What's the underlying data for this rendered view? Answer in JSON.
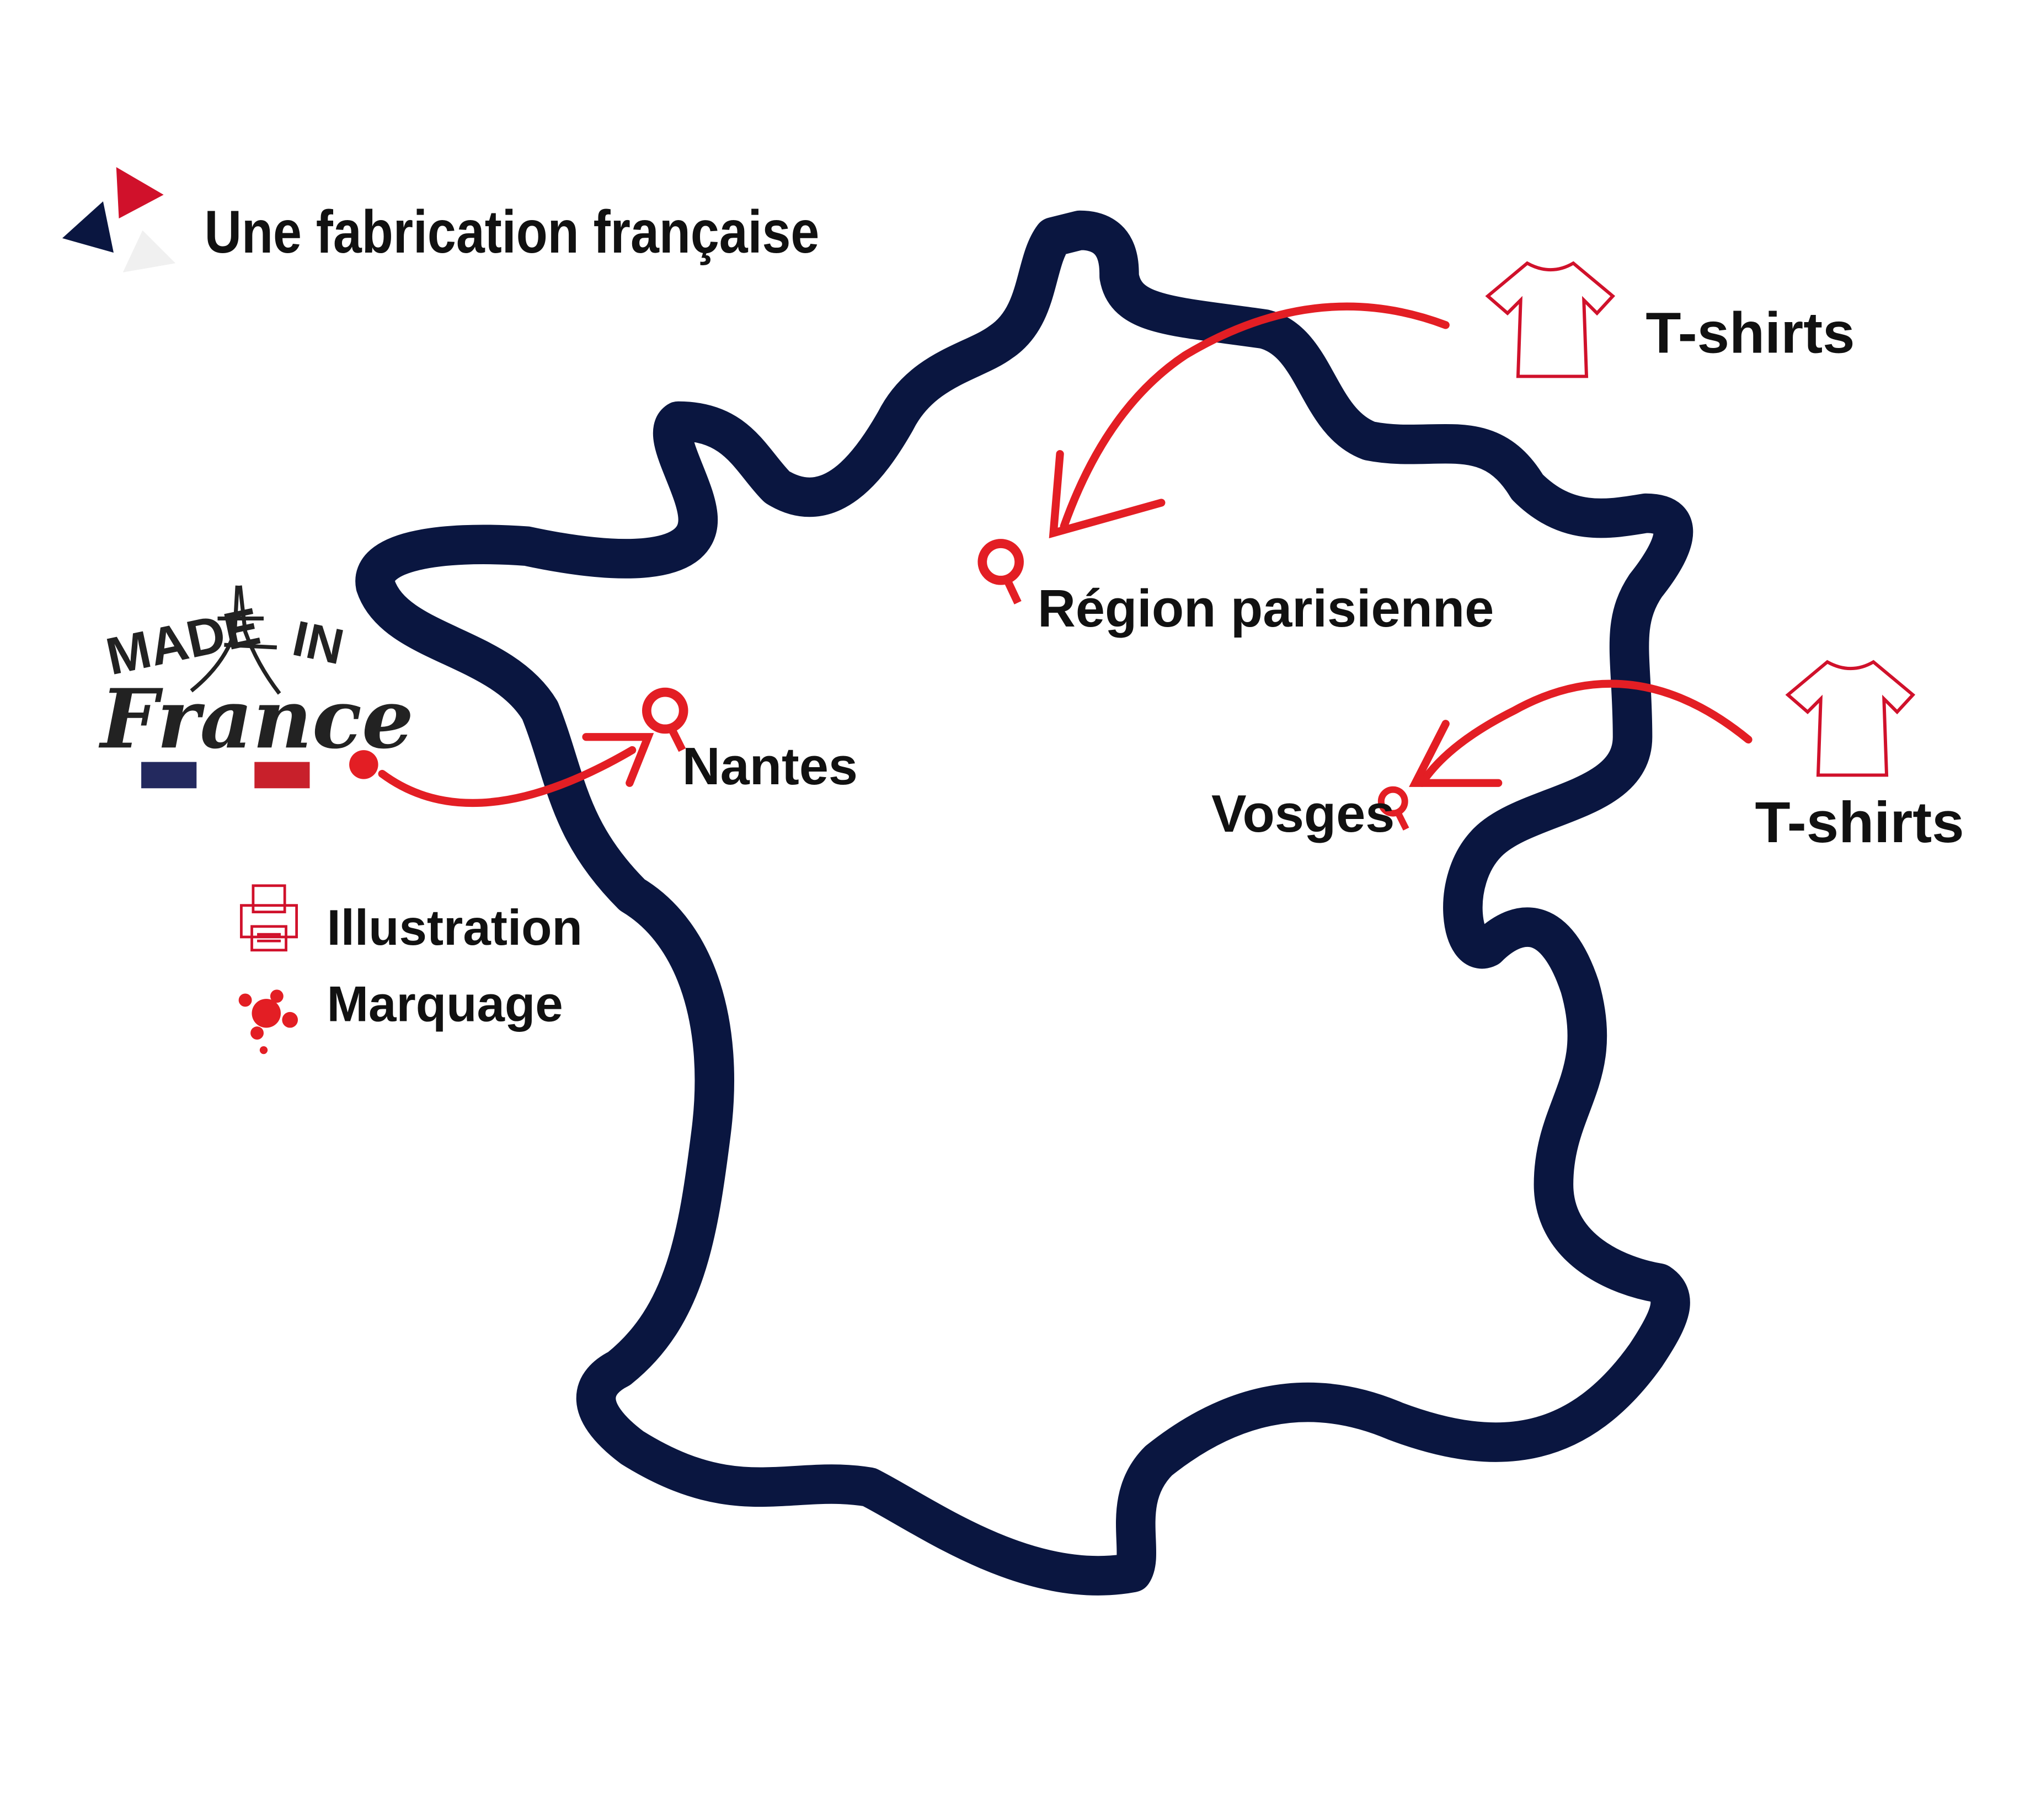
{
  "title": "Une fabrication française",
  "logo": {
    "line1_left": "MADE",
    "line1_right": "IN",
    "line2": "France"
  },
  "locations": {
    "paris": "Région parisienne",
    "nantes": "Nantes",
    "vosges": "Vosges"
  },
  "products": {
    "tshirts_top": "T-shirts",
    "tshirts_right": "T-shirts"
  },
  "legend": {
    "illustration": "Illustration",
    "marquage": "Marquage"
  },
  "colors": {
    "navy": "#0a1640",
    "red": "#e31e24",
    "flag_blue": "#23295e",
    "flag_red": "#c8202b"
  }
}
